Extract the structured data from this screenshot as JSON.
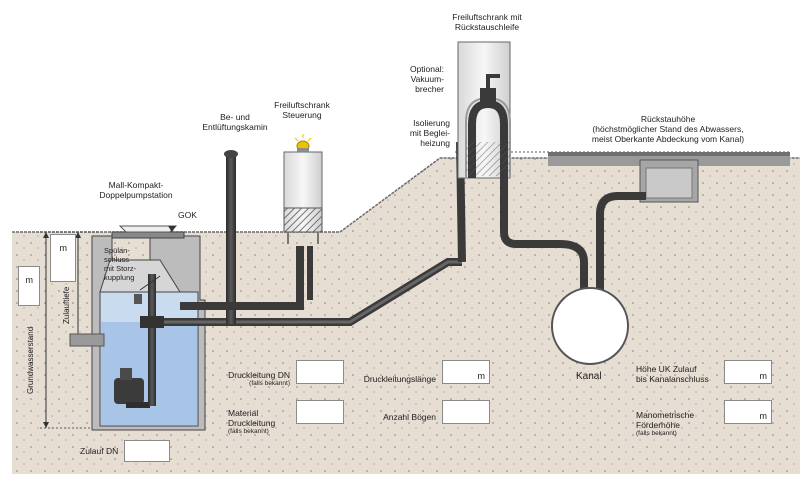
{
  "labels": {
    "freiluft_rueck": "Freiluftschrank mit\nRückstauschleife",
    "optional_vakuum": "Optional:\nVakuum-\nbrecher",
    "isolierung": "Isolierung\nmit Beglei-\nheizung",
    "be_entlueft": "Be- und\nEntlüftungskamin",
    "freiluft_steuerung": "Freiluftschrank\nSteuerung",
    "rueckstauhoehe": "Rückstauhöhe\n(höchstmöglicher Stand des Abwassers,\nmeist Oberkante Abdeckung vom Kanal)",
    "station": "Mall-Kompakt-\nDoppelpumpstation",
    "gok": "GOK",
    "spuel": "Spülan-\nschluss\nmit Storz-\nkupplung",
    "kanal": "Kanal",
    "zulauftiefe": "Zulauftiefe",
    "grundwasserstand": "Grundwasserstand"
  },
  "fields": {
    "druckleitung_dn": "Druckleitung DN",
    "druckleitung_dn_note": "(falls bekannt)",
    "material": "Material\nDruckleitung",
    "material_note": "(falls bekannt)",
    "laenge": "Druckleitungslänge",
    "boegen": "Anzahl Bögen",
    "hoehe_uk": "Höhe UK Zulauf\nbis Kanalanschluss",
    "manometrisch": "Manometrische\nFörderhöhe",
    "manometrisch_note": "(falls bekannt)",
    "zulauf_dn": "Zulauf DN",
    "unit_m": "m"
  },
  "colors": {
    "ground": "#e6ddd3",
    "pipe": "#3a3a3a",
    "water": "#b8cfe8",
    "cabinet": "#ececec"
  },
  "icons": [
    "warning-beacon-icon",
    "gok-marker-icon",
    "pump-icon"
  ]
}
